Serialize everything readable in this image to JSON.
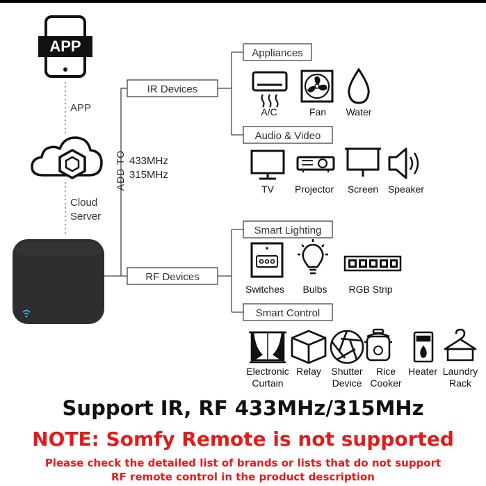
{
  "app": {
    "phone_label": "APP",
    "side_label": "APP"
  },
  "cloud": {
    "line1": "Cloud",
    "line2": "Server"
  },
  "add_to": "ADD TO",
  "frequencies": [
    "433MHz",
    "315MHz"
  ],
  "branches": {
    "ir": "IR Devices",
    "rf": "RF Devices"
  },
  "categories": {
    "appliances": {
      "label": "Appliances",
      "items": [
        "A/C",
        "Fan",
        "Water"
      ]
    },
    "audio_video": {
      "label": "Audio & Video",
      "items": [
        "TV",
        "Projector",
        "Screen",
        "Speaker"
      ]
    },
    "smart_lighting": {
      "label": "Smart Lighting",
      "items": [
        "Switches",
        "Bulbs",
        "RGB Strip"
      ]
    },
    "smart_control": {
      "label": "Smart Control",
      "items": [
        {
          "line1": "Electronic",
          "line2": "Curtain"
        },
        {
          "line1": "Relay",
          "line2": ""
        },
        {
          "line1": "Shutter",
          "line2": "Device"
        },
        {
          "line1": "Rice",
          "line2": "Cooker"
        },
        {
          "line1": "Heater",
          "line2": ""
        },
        {
          "line1": "Laundry",
          "line2": "Rack"
        }
      ]
    }
  },
  "footer": {
    "support": "Support IR, RF 433MHz/315MHz",
    "note": "NOTE: Somfy Remote is not supported",
    "detail_line1": "Please check the detailed list of brands or lists that do not support",
    "detail_line2": "RF remote control in the product description"
  },
  "colors": {
    "note_red": "#e31b1b",
    "hub_body": "#2e2e30",
    "indicator": "#29c2e0"
  }
}
